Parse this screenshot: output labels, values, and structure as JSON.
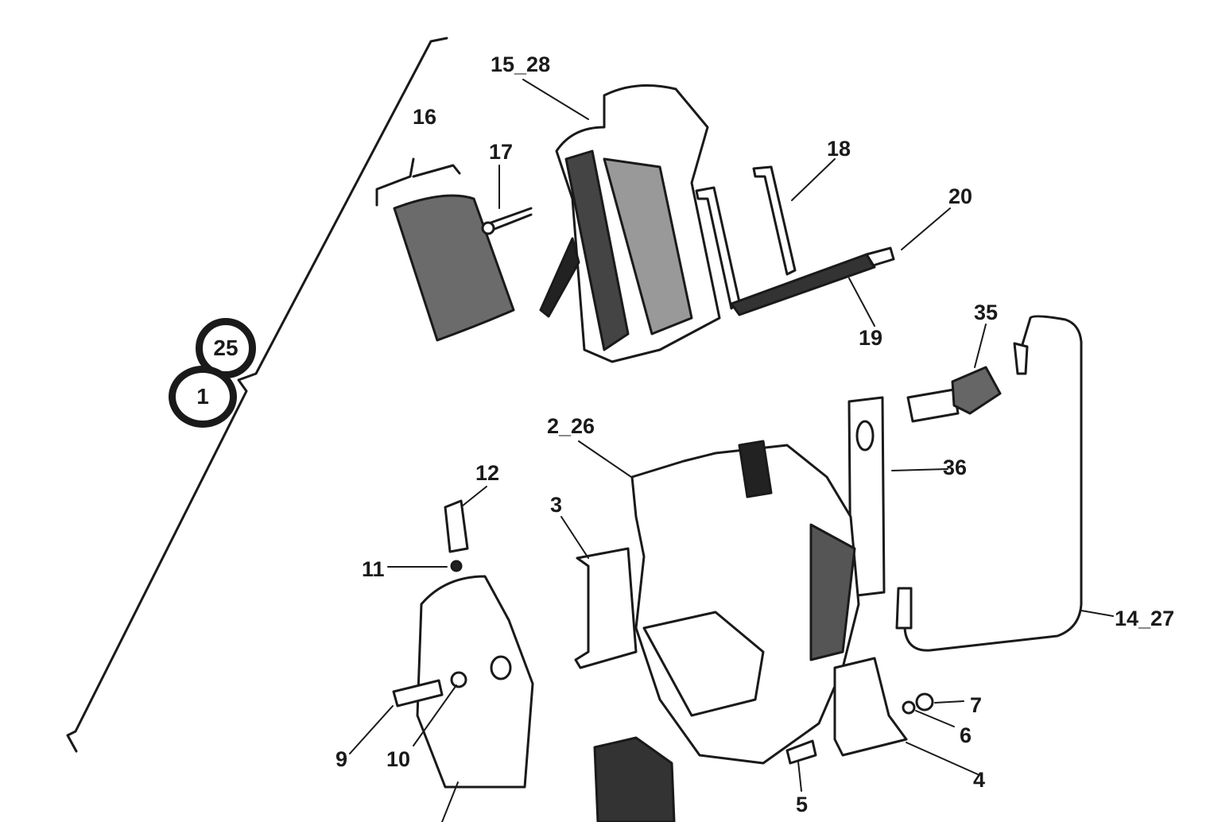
{
  "diagram": {
    "type": "exploded parts view - disc brake caliper assembly",
    "badges": [
      "25",
      "1"
    ],
    "labels": {
      "l15_28": "15_28",
      "l16": "16",
      "l17": "17",
      "l18": "18",
      "l19": "19",
      "l20": "20",
      "l35": "35",
      "l2_26": "2_26",
      "l36": "36",
      "l12": "12",
      "l3": "3",
      "l11": "11",
      "l14_27": "14_27",
      "l7": "7",
      "l6": "6",
      "l9": "9",
      "l10": "10",
      "l5": "5",
      "l4": "4"
    }
  }
}
